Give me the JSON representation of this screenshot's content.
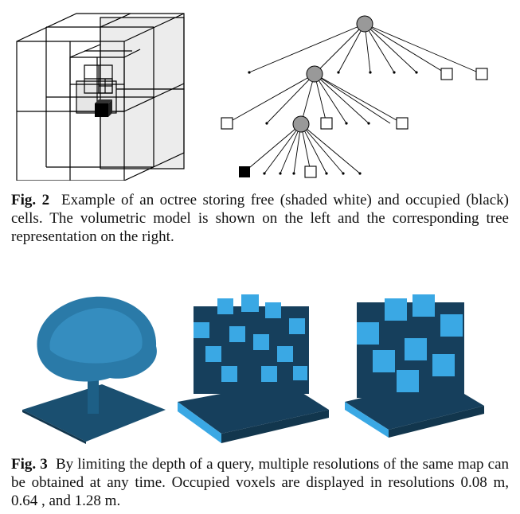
{
  "figure2": {
    "label": "Fig. 2",
    "caption": "Example of an octree storing free (shaded white) and occupied (black) cells. The volumetric model is shown on the left and the corresponding tree representation on the right."
  },
  "figure3": {
    "label": "Fig. 3",
    "caption": "By limiting the depth of a query, multiple resolutions of the same map can be obtained at any time. Occupied voxels are displayed in resolutions 0.08 m, 0.64 , and 1.28 m."
  },
  "colors": {
    "voxel_light": "#3aa8e4",
    "voxel_dark": "#163f5c",
    "free_shade": "#ececec",
    "occupied": "#000000",
    "node_fill": "#999999"
  }
}
